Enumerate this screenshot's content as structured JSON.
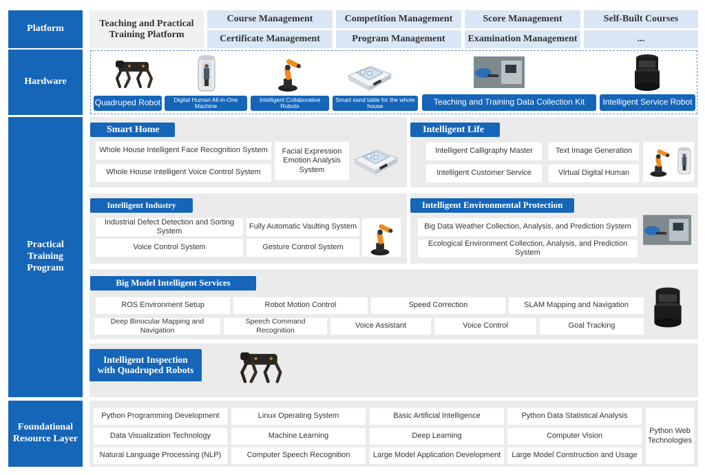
{
  "rows": {
    "platform": "Platform",
    "hardware": "Hardware",
    "practical": "Practical Training Program",
    "foundation": "Foundational Resource Layer"
  },
  "platform": {
    "main": "Teaching and Practical Training Platform",
    "items": [
      "Course Management",
      "Competition Management",
      "Score Management",
      "Self-Built Courses",
      "Certificate Management",
      "Program Management",
      "Examination Management",
      "..."
    ]
  },
  "hardware": {
    "items": [
      "Quadruped Robot",
      "Digital Human All-in-One Machine",
      "Intelligent Collaborative Robots",
      "Smart sand table for the whole house",
      "Teaching and Training Data Collection Kit",
      "Intelligent Service Robot"
    ]
  },
  "smart_home": {
    "title": "Smart Home",
    "items": [
      "Whole House Intelligent Face Recognition System",
      "Whole House Intelligent Voice Control System",
      "Facial Expression Emotion Analysis System"
    ]
  },
  "intelligent_life": {
    "title": "Intelligent Life",
    "items": [
      "Intelligent Calligraphy Master",
      "Text Image Generation",
      "Intelligent Customer Service",
      "Virtual Digital Human"
    ]
  },
  "industry": {
    "title": "Intelligent Industry",
    "items": [
      "Industrial Defect Detection and Sorting System",
      "Fully Automatic Vaulting System",
      "Voice Control System",
      "Gesture Control System"
    ]
  },
  "environment": {
    "title": "Intelligent Environmental Protection",
    "items": [
      "Big Data Weather Collection, Analysis, and Prediction System",
      "Ecological Environment Collection, Analysis, and Prediction System"
    ]
  },
  "big_model": {
    "title": "Big Model Intelligent Services",
    "row1": [
      "ROS Environment Setup",
      "Robot Motion Control",
      "Speed Correction",
      "SLAM Mapping and Navigation"
    ],
    "row2": [
      "Deep Binocular Mapping and Navigation",
      "Speech Command Recognition",
      "Voice Assistant",
      "Voice Control",
      "Goal Tracking"
    ]
  },
  "inspection": {
    "title": "Intelligent Inspection with Quadruped Robots"
  },
  "foundation": {
    "grid": [
      [
        "Python Programming Development",
        "Linux Operating System",
        "Basic Artificial Intelligence",
        "Python Data Statistical Analysis"
      ],
      [
        "Data Visualization Technology",
        "Machine Learning",
        "Deep Learning",
        "Computer Vision"
      ],
      [
        "Natural Language Processing (NLP)",
        "Computer Speech Recognition",
        "Large Model Application Development",
        "Large Model Construction and Usage"
      ]
    ],
    "side": "Python Web Technologies"
  },
  "colors": {
    "primary": "#1565b8",
    "light": "#d9e6f5",
    "panel": "#ebebeb"
  },
  "icons": [
    "quadruped-robot-image",
    "digital-human-machine-image",
    "robot-arm-image",
    "sand-table-image",
    "data-kit-image",
    "service-robot-image"
  ]
}
